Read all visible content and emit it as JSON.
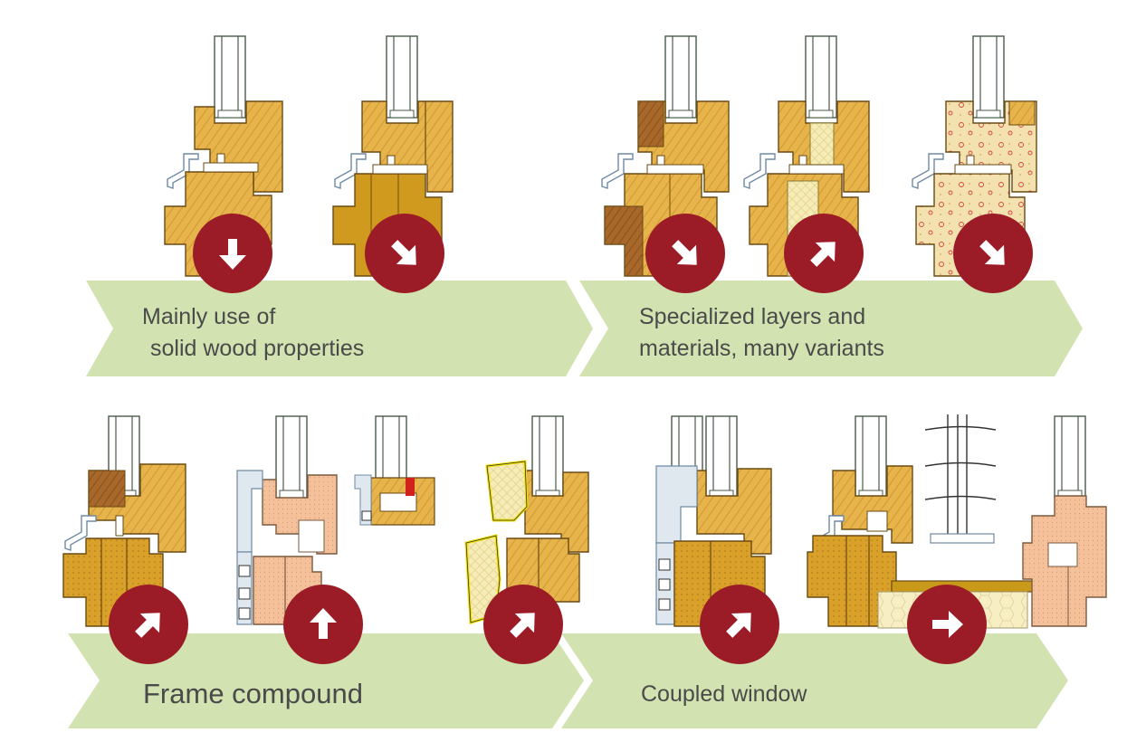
{
  "colors": {
    "background": "#ffffff",
    "banner_green": "#d2e2b0",
    "badge_red": "#9b1c26",
    "arrow_white": "#ffffff",
    "text_gray": "#4a4a4a",
    "wood_light": "#e6b44a",
    "wood_mid": "#d49a2e",
    "wood_dark": "#a8682a",
    "wood_striped": "#c99a1a",
    "insulation_cream": "#f6ecb8",
    "foam_cream": "#f3e2b0",
    "foam_dot": "#d9443a",
    "peach": "#f4c19a",
    "aluminium": "#b8c7d6",
    "glass_line": "#4a5a4a",
    "seal_red": "#d2201a",
    "yellow_outline": "#f2e000",
    "grid_dark": "#333333",
    "panel_blue": "#c9d9ea"
  },
  "banners": {
    "top_left": {
      "line1": "Mainly use of",
      "line2": "solid wood properties"
    },
    "top_right": {
      "line1": "Specialized layers and",
      "line2": "materials, many variants"
    },
    "bottom_left": {
      "line1": "Frame compound"
    },
    "bottom_right": {
      "line1": "Coupled window"
    }
  },
  "badges": [
    {
      "id": "badge-1",
      "direction": "down"
    },
    {
      "id": "badge-2",
      "direction": "down-right"
    },
    {
      "id": "badge-3",
      "direction": "down-right"
    },
    {
      "id": "badge-4",
      "direction": "up-right"
    },
    {
      "id": "badge-5",
      "direction": "down-right"
    },
    {
      "id": "badge-6",
      "direction": "up-right"
    },
    {
      "id": "badge-7",
      "direction": "up"
    },
    {
      "id": "badge-8",
      "direction": "up-right"
    },
    {
      "id": "badge-9",
      "direction": "up-right"
    },
    {
      "id": "badge-10",
      "direction": "right"
    }
  ]
}
